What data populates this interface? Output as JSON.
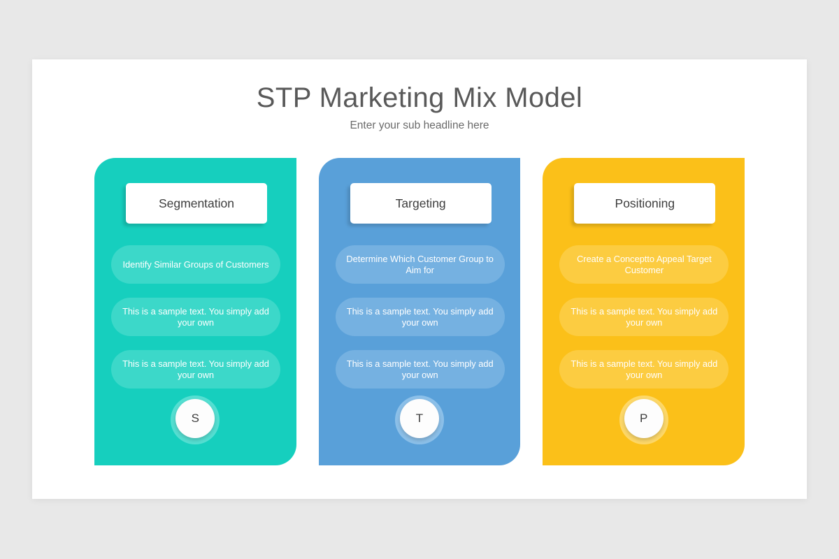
{
  "slide": {
    "background_color": "#e8e8e8",
    "canvas_color": "#ffffff",
    "title": "STP Marketing Mix Model",
    "subtitle": "Enter your sub headline here"
  },
  "columns": [
    {
      "header": "Segmentation",
      "badge": "S",
      "color": "#16cfbe",
      "pill_color": "#3cd8c9",
      "halo_color": "#55dfd2",
      "items": [
        "Identify Similar Groups of Customers",
        "This is a sample text. You simply add your own",
        "This is a sample text. You simply add your own"
      ]
    },
    {
      "header": "Targeting",
      "badge": "T",
      "color": "#59a0d9",
      "pill_color": "#75b1e1",
      "halo_color": "#8cc0e9",
      "items": [
        "Determine Which Customer Group to Aim for",
        "This is a sample text. You simply add your own",
        "This is a sample text. You simply add your own"
      ]
    },
    {
      "header": "Positioning",
      "badge": "P",
      "color": "#fbc019",
      "pill_color": "#fccc41",
      "halo_color": "#fdd869",
      "items": [
        "Create a Conceptto Appeal Target Customer",
        "This is a sample text. You simply add your own",
        "This is a sample text. You simply add your own"
      ]
    }
  ]
}
